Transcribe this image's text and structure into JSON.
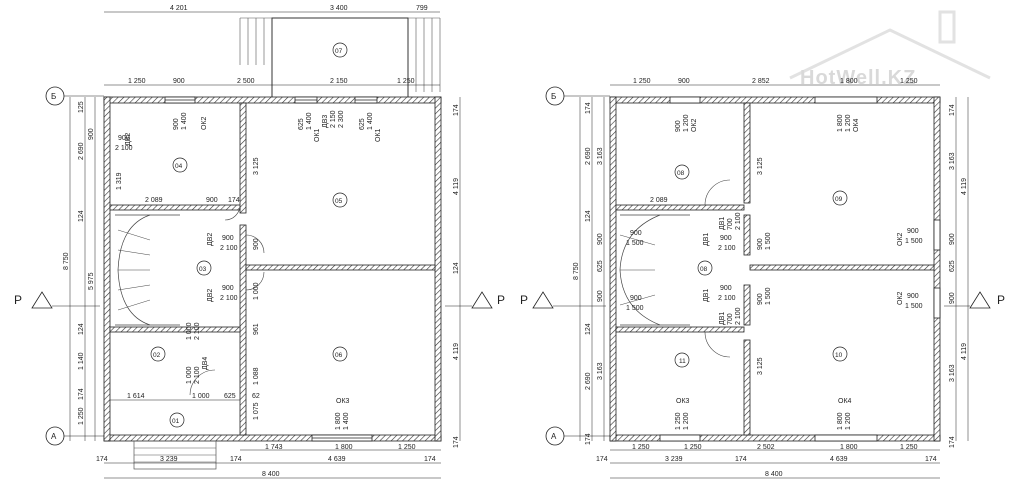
{
  "watermark": {
    "text": "HotWell.KZ"
  },
  "section_marker": "P",
  "plan1": {
    "axes": [
      "Б",
      "А"
    ],
    "top_dims_outer": [
      "4 201",
      "3 400",
      "799"
    ],
    "top_dims": [
      "1 250",
      "900",
      "2 500",
      "2 150",
      "1 250"
    ],
    "bottom_dims_inner": [
      "1 614",
      "1 000",
      "625",
      "62"
    ],
    "bottom_dims_lower": [
      "1 743",
      "1 800",
      "1 250"
    ],
    "bottom_dims_main": [
      "174",
      "3 239",
      "174",
      "4 639",
      "174"
    ],
    "bottom_total": "8 400",
    "left_dims_outer": [
      "8 750"
    ],
    "left_dims_inner": [
      "2 690",
      "5 975",
      "1 140",
      "1 250"
    ],
    "left_dims_misc": [
      "125",
      "124",
      "124",
      "1 319",
      "900",
      "174"
    ],
    "right_dims": [
      "174",
      "4 119",
      "124",
      "4 119",
      "174"
    ],
    "rooms": [
      "07",
      "04",
      "05",
      "03",
      "02",
      "06",
      "01"
    ],
    "windows": [
      {
        "name": "ОК2",
        "a": "900",
        "b": "1 400"
      },
      {
        "name": "ОК1",
        "a": "625",
        "b": "1 400"
      },
      {
        "name": "ОК1",
        "a": "625",
        "b": "1 400"
      },
      {
        "name": "ОК3",
        "a": "1 800",
        "b": "1 400"
      }
    ],
    "doors": [
      {
        "name": "ДВ2",
        "a": "900",
        "b": "2 100"
      },
      {
        "name": "ДВ3",
        "a": "2 150",
        "b": "2 300"
      },
      {
        "name": "ДВ2",
        "a": "900",
        "b": "2 100"
      },
      {
        "name": "ДВ2",
        "a": "900",
        "b": "2 100"
      },
      {
        "name": "ДВ4",
        "a": "1 000",
        "b": "2 100"
      }
    ],
    "misc_dims": [
      "2 089",
      "900",
      "174",
      "3 125",
      "1 000",
      "2 100",
      "1 088",
      "1 075",
      "961",
      "900",
      "1 000"
    ]
  },
  "plan2": {
    "axes": [
      "Б",
      "А"
    ],
    "top_dims": [
      "1 250",
      "900",
      "2 852",
      "1 800",
      "1 250"
    ],
    "bottom_dims_lower": [
      "1 250",
      "1 250",
      "2 502",
      "1 800",
      "1 250"
    ],
    "bottom_dims_main": [
      "174",
      "3 239",
      "174",
      "4 639",
      "174"
    ],
    "bottom_total": "8 400",
    "left_dims_outer": [
      "8 750"
    ],
    "left_dims_inner": [
      "2 690",
      "3 163",
      "900",
      "625",
      "900",
      "3 163",
      "2 690"
    ],
    "left_dims_misc": [
      "174",
      "124",
      "124",
      "174"
    ],
    "right_dims": [
      "174",
      "3 163",
      "4 119",
      "900",
      "625",
      "900",
      "3 163",
      "4 119",
      "174"
    ],
    "rooms": [
      "08",
      "09",
      "08",
      "10",
      "11"
    ],
    "windows": [
      {
        "name": "ОК2",
        "a": "900",
        "b": "1 200"
      },
      {
        "name": "ОК4",
        "a": "1 800",
        "b": "1 200"
      },
      {
        "name": "ОК2",
        "a": "900",
        "b": "1 500"
      },
      {
        "name": "ОК2",
        "a": "900",
        "b": "1 500"
      },
      {
        "name": "ОК3",
        "a": "1 250",
        "b": "1 200"
      },
      {
        "name": "ОК4",
        "a": "1 800",
        "b": "1 200"
      }
    ],
    "doors": [
      {
        "name": "ДВ1",
        "a": "700",
        "b": "2 100"
      },
      {
        "name": "ДВ1",
        "a": "900",
        "b": "2 100"
      },
      {
        "name": "ДВ1",
        "a": "900",
        "b": "2 100"
      },
      {
        "name": "ДВ1",
        "a": "700",
        "b": "2 100"
      }
    ],
    "misc_dims": [
      "2 089",
      "900",
      "1 500",
      "900",
      "1 500",
      "3 125",
      "3 125",
      "900",
      "1 500",
      "900",
      "1 500"
    ]
  }
}
